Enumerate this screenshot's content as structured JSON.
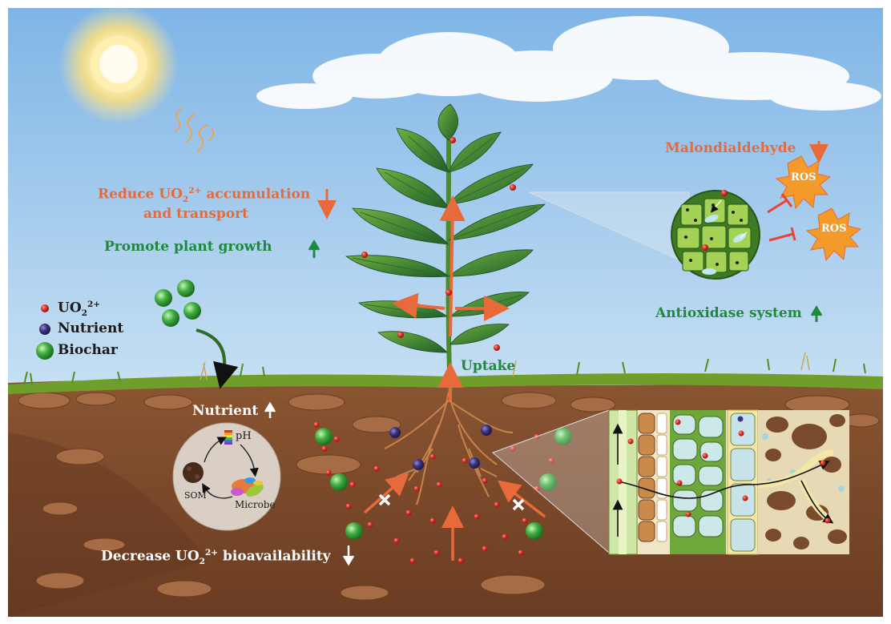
{
  "labels": {
    "reduce_line1_pre": "Reduce UO",
    "reduce_line1_sub": "2",
    "reduce_line1_sup": "2+",
    "reduce_line1_post": " accumulation",
    "reduce_line2": "and transport",
    "promote": "Promote plant growth",
    "malondialdehyde": "Malondialdehyde",
    "ros1": "ROS",
    "ros2": "ROS",
    "antioxidase": "Antioxidase system",
    "uptake": "Uptake",
    "nutrient_up": "Nutrient",
    "ph": "pH",
    "som": "SOM",
    "microbe": "Microbe",
    "decrease_pre": "Decrease UO",
    "decrease_sub": "2",
    "decrease_sup": "2+",
    "decrease_post": " bioavailability"
  },
  "legend": [
    {
      "key": "uo2",
      "label_pre": "UO",
      "label_sub": "2",
      "label_sup": "2+",
      "color": "#e0322a"
    },
    {
      "key": "nutrient",
      "label_pre": "Nutrient",
      "label_sub": "",
      "label_sup": "",
      "color": "#3b3580"
    },
    {
      "key": "biochar",
      "label_pre": "Biochar",
      "label_sub": "",
      "label_sup": "",
      "color": "#3fae3f"
    }
  ],
  "colors": {
    "accent_orange": "#e8693a",
    "accent_green": "#1f8a3c",
    "uranyl_red": "#e0322a",
    "nutrient_purple": "#3b3580",
    "biochar_green": "#3fae3f",
    "soil": "#7a4a2c",
    "sky": "#a9cfee"
  },
  "icons": [
    "sun-icon",
    "heat-wave-icon",
    "arrow-down-icon",
    "arrow-up-icon",
    "cross-icon",
    "ros-burst-icon",
    "inhibit-icon"
  ]
}
